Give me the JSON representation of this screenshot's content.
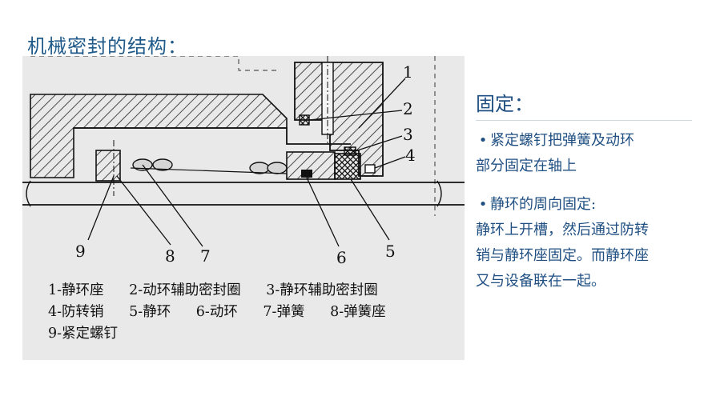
{
  "slide": {
    "title": "机械密封的结构："
  },
  "figure": {
    "callouts": [
      "1",
      "2",
      "3",
      "4",
      "5",
      "6",
      "7",
      "8",
      "9"
    ],
    "legend_lines": [
      [
        "1-静环座",
        "2-动环辅助密封圈",
        "3-静环辅助密封圈"
      ],
      [
        "4-防转销",
        "5-静环",
        "6-动环",
        "7-弹簧",
        "8-弹簧座"
      ],
      [
        "9-紧定螺钉"
      ]
    ]
  },
  "right_panel": {
    "heading": "固定：",
    "bullet1_line1": "紧定螺钉把弹簧及动环",
    "bullet1_line2": "部分固定在轴上",
    "bullet2_line1": "静环的周向固定:",
    "bullet2_body": [
      "静环上开槽，然后通过防转",
      "销与静环座固定。而静环座",
      "又与设备联在一起。"
    ],
    "bullet_glyph": "•"
  },
  "colors": {
    "title": "#1f5a8a",
    "text_blue": "#1f4f82",
    "panel_bg": "#e9e9e9"
  }
}
